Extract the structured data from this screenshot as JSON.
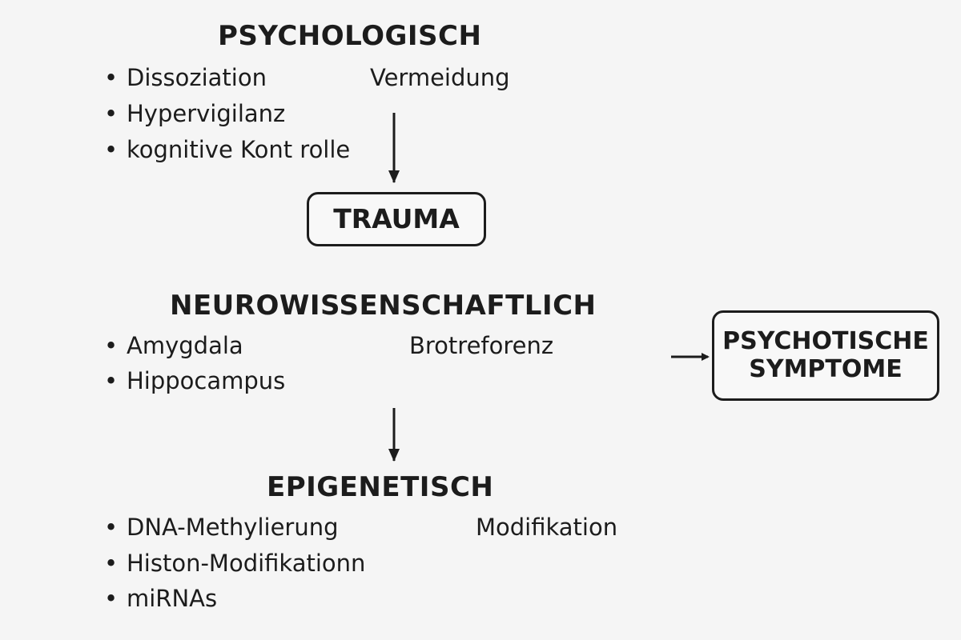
{
  "psychologisch": {
    "title": "PSYCHOLOGISCH",
    "items": [
      "Dissoziation",
      "Hypervigilanz",
      "kognitive Kont rolle"
    ],
    "side_label": "Vermeidung"
  },
  "trauma": {
    "label": "TRAUMA"
  },
  "neuro": {
    "title": "NEUROWISSENSCHAFTLICH",
    "items": [
      "Amygdala",
      "Hippocampus"
    ],
    "side_label": "Brotreforenz"
  },
  "outcome": {
    "line1": "PSYCHOTISCHE",
    "line2": "SYMPTOME"
  },
  "epigenetisch": {
    "title": "EPIGENETISCH",
    "items": [
      "DNA-Methylierung",
      "Histon-Modifikationn",
      "miRNAs"
    ],
    "side_label": "Modifikation"
  },
  "bullet_glyph": "•"
}
